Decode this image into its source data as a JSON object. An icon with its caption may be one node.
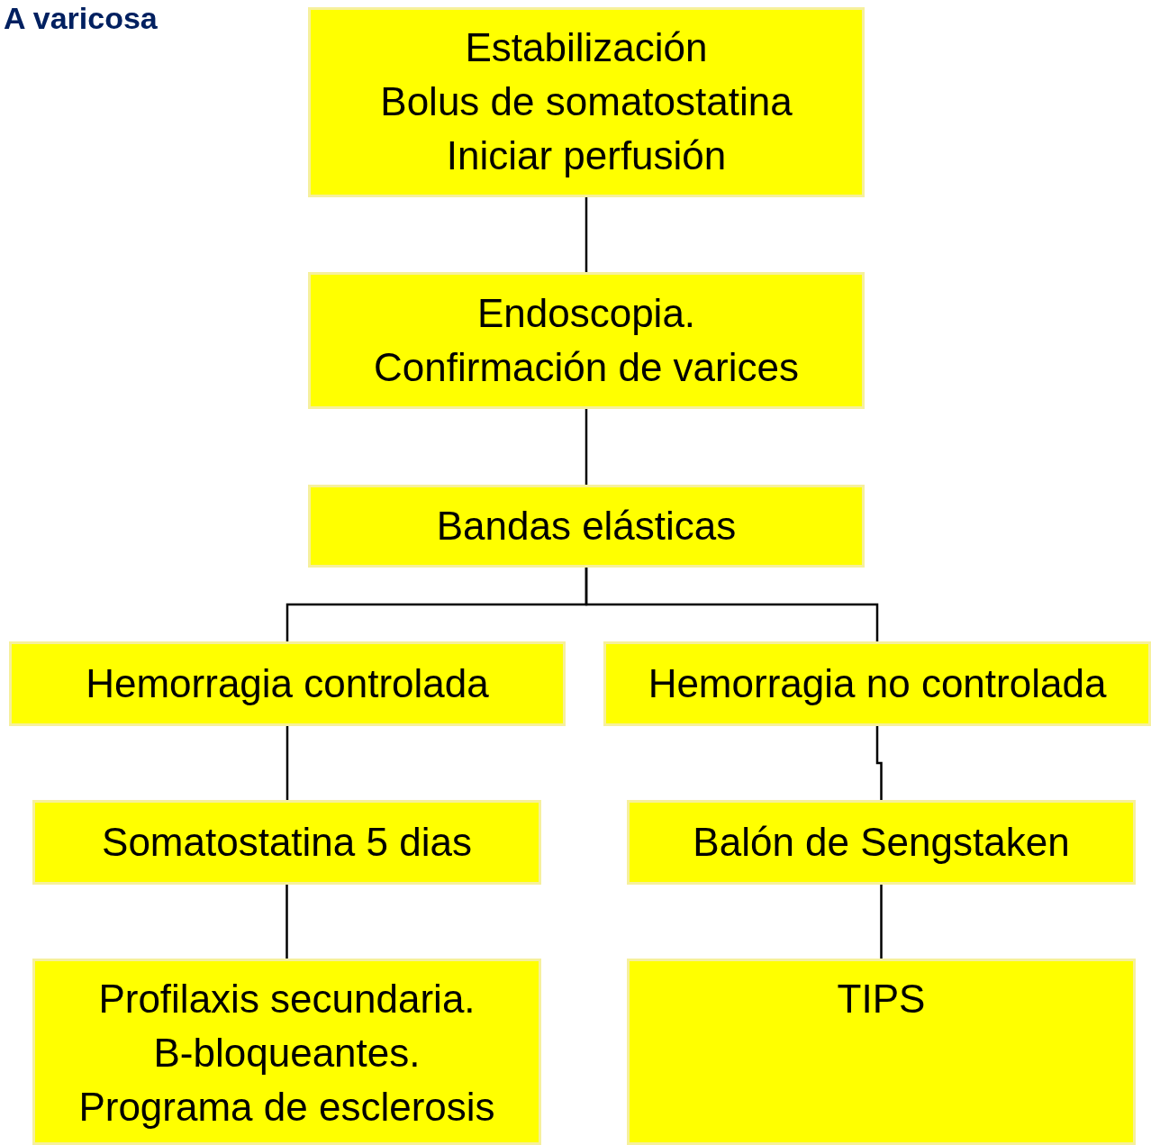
{
  "diagram": {
    "title": "A varicosa",
    "nodes": [
      {
        "text": [
          "Estabilización",
          "Bolus de somatostatina",
          "Iniciar perfusión"
        ]
      },
      {
        "text": [
          "Endoscopia.",
          "Confirmación de varices"
        ]
      },
      {
        "text": [
          "Bandas elásticas"
        ]
      },
      {
        "text": [
          "Hemorragia controlada"
        ]
      },
      {
        "text": [
          "Hemorragia no controlada"
        ]
      },
      {
        "text": [
          "Somatostatina 5 dias"
        ]
      },
      {
        "text": [
          "Balón de Sengstaken"
        ]
      },
      {
        "text": [
          "Profilaxis secundaria.",
          "B-bloqueantes.",
          "Programa de esclerosis"
        ]
      },
      {
        "text": [
          "TIPS"
        ]
      }
    ],
    "edges": [
      {
        "from": 0,
        "to": 1,
        "arrow": "none"
      },
      {
        "from": 1,
        "to": 2,
        "arrow": "none"
      },
      {
        "from": 2,
        "to": 3,
        "arrow": "none"
      },
      {
        "from": 2,
        "to": 4,
        "arrow": "none"
      },
      {
        "from": 3,
        "to": 5,
        "arrow": "none"
      },
      {
        "from": 5,
        "to": 7,
        "arrow": "none"
      },
      {
        "from": 4,
        "to": 6,
        "arrow": "none"
      },
      {
        "from": 6,
        "to": 8,
        "arrow": "none"
      }
    ]
  }
}
